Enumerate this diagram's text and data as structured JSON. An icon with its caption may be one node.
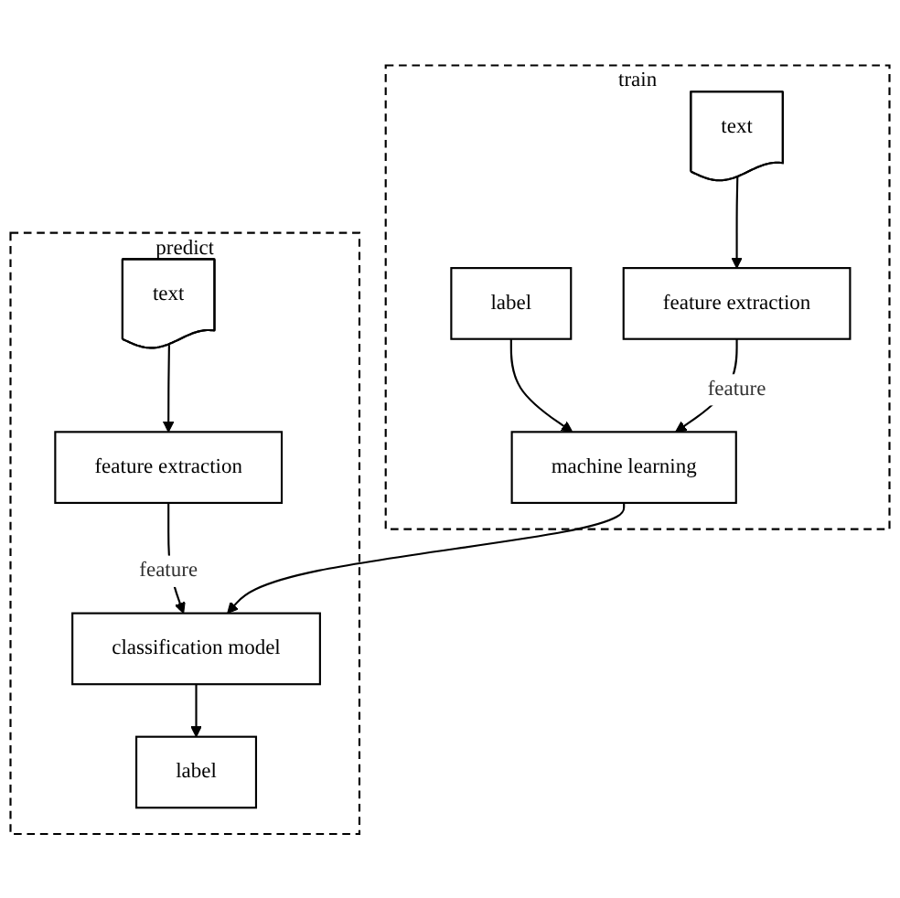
{
  "diagram": {
    "nodes": [
      {
        "text": [
          "train"
        ]
      },
      {
        "text": [
          "label"
        ],
        "in": 0
      },
      {
        "text": [
          "text"
        ],
        "in": 0
      },
      {
        "text": [
          "feature extraction"
        ],
        "in": 0
      },
      {
        "text": [
          "machine learning"
        ],
        "in": 0
      },
      {
        "text": [
          "predict"
        ]
      },
      {
        "text": [
          "text"
        ],
        "in": 5
      },
      {
        "text": [
          "feature extraction"
        ],
        "in": 5
      },
      {
        "text": [
          "classification model"
        ],
        "in": 5
      },
      {
        "text": [
          "label"
        ],
        "in": 5
      }
    ],
    "edges": [
      {
        "from": 2,
        "to": 3,
        "arrow": "to"
      },
      {
        "from": 1,
        "to": 4,
        "arrow": "to"
      },
      {
        "from": 3,
        "to": 4,
        "label": "feature",
        "arrow": "to"
      },
      {
        "from": 6,
        "to": 7,
        "arrow": "to"
      },
      {
        "from": 7,
        "to": 8,
        "label": "feature",
        "arrow": "to"
      },
      {
        "from": 4,
        "to": 8,
        "arrow": "to"
      },
      {
        "from": 8,
        "to": 9,
        "arrow": "to"
      }
    ]
  }
}
